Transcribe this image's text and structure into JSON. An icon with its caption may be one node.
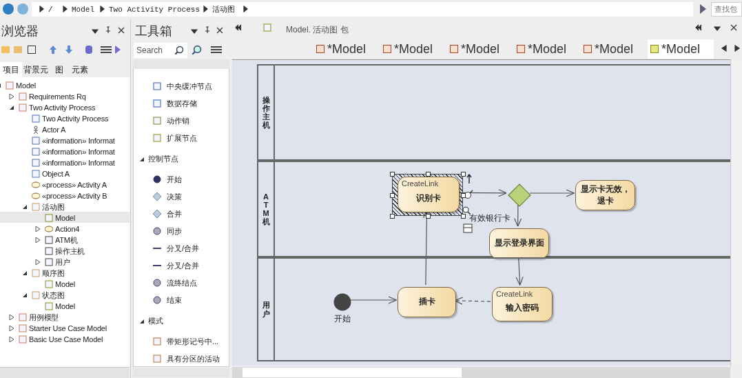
{
  "diagram": {
    "nodes": [
      {
        "text": [
          "操作主机"
        ]
      },
      {
        "text": [
          "ATM机"
        ]
      },
      {
        "text": [
          "用户"
        ]
      },
      {
        "text": [
          "CreateLink",
          "识别卡"
        ],
        "in": 1
      },
      {
        "text": [],
        "shape": "diamond",
        "in": 1
      },
      {
        "text": [
          "显示卡无效，退卡"
        ],
        "in": 1
      },
      {
        "text": [
          "显示登录界面"
        ],
        "in": 1
      },
      {
        "text": [],
        "shape": "circle",
        "in": 2,
        "beside": [
          "开始"
        ]
      },
      {
        "text": [
          "插卡"
        ],
        "in": 2
      },
      {
        "text": [
          "CreateLink",
          "输入密码"
        ],
        "in": 2
      }
    ],
    "edges": [
      {
        "from": 7,
        "to": 8,
        "arrow": "to"
      },
      {
        "from": 8,
        "to": 3,
        "arrow": "to"
      },
      {
        "from": 3,
        "to": 4,
        "arrow": "to"
      },
      {
        "from": 4,
        "to": 5,
        "arrow": "to"
      },
      {
        "from": 4,
        "to": 6,
        "arrow": "to"
      },
      {
        "from": 6,
        "to": 9,
        "arrow": "to"
      },
      {
        "from": 9,
        "to": 8,
        "arrow": "to",
        "style": "dashed"
      }
    ],
    "labels": [
      "/",
      "Model",
      "Two Activity Process",
      "活动图",
      "查找包",
      "浏览器",
      "项目",
      "背景元",
      "图",
      "元素",
      "Model",
      "Requirements Rq",
      "Two Activity Process",
      "Two Activity Process",
      "Actor A",
      "«information» Informat",
      "«information» Informat",
      "«information» Informat",
      "Object A",
      "«process» Activity A",
      "«process» Activity B",
      "活动图",
      "Model",
      "Action4",
      "ATM机",
      "操作主机",
      "用户",
      "顺序图",
      "Model",
      "状态图",
      "Model",
      "用例模型",
      "Starter Use Case Model",
      "Basic Use Case Model",
      "工具箱",
      "Search",
      "中央缓冲节点",
      "数据存储",
      "动作销",
      "扩展节点",
      "控制节点",
      "开始",
      "决策",
      "合并",
      "同步",
      "分叉/合并",
      "分叉/合并",
      "流终结点",
      "结束",
      "模式",
      "带矩形记号中...",
      "具有分区的活动",
      "Model. 活动图 包",
      "*Model",
      "*Model",
      "*Model",
      "*Model",
      "*Model",
      "*Model",
      "有效银行卡"
    ]
  }
}
